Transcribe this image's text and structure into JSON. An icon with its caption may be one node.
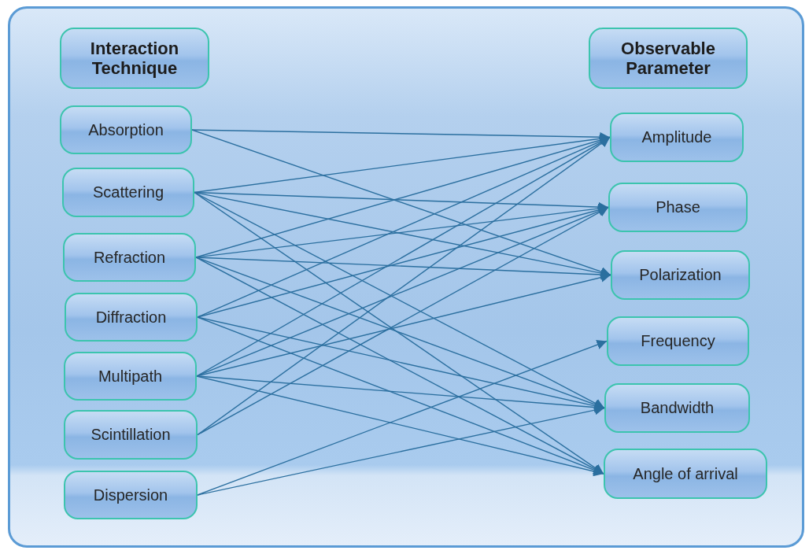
{
  "diagram": {
    "nodes": [
      {
        "text": [
          "Interaction Technique"
        ]
      },
      {
        "text": [
          "Observable Parameter"
        ]
      },
      {
        "text": [
          "Absorption"
        ]
      },
      {
        "text": [
          "Scattering"
        ]
      },
      {
        "text": [
          "Refraction"
        ]
      },
      {
        "text": [
          "Diffraction"
        ]
      },
      {
        "text": [
          "Multipath"
        ]
      },
      {
        "text": [
          "Scintillation"
        ]
      },
      {
        "text": [
          "Dispersion"
        ]
      },
      {
        "text": [
          "Amplitude"
        ]
      },
      {
        "text": [
          "Phase"
        ]
      },
      {
        "text": [
          "Polarization"
        ]
      },
      {
        "text": [
          "Frequency"
        ]
      },
      {
        "text": [
          "Bandwidth"
        ]
      },
      {
        "text": [
          "Angle of arrival"
        ]
      }
    ],
    "edges": [
      {
        "from": 2,
        "to": 9,
        "arrow": "to"
      },
      {
        "from": 2,
        "to": 11,
        "arrow": "to"
      },
      {
        "from": 3,
        "to": 9,
        "arrow": "to"
      },
      {
        "from": 3,
        "to": 10,
        "arrow": "to"
      },
      {
        "from": 3,
        "to": 11,
        "arrow": "to"
      },
      {
        "from": 3,
        "to": 13,
        "arrow": "to"
      },
      {
        "from": 3,
        "to": 14,
        "arrow": "to"
      },
      {
        "from": 4,
        "to": 9,
        "arrow": "to"
      },
      {
        "from": 4,
        "to": 10,
        "arrow": "to"
      },
      {
        "from": 4,
        "to": 11,
        "arrow": "to"
      },
      {
        "from": 4,
        "to": 13,
        "arrow": "to"
      },
      {
        "from": 4,
        "to": 14,
        "arrow": "to"
      },
      {
        "from": 5,
        "to": 9,
        "arrow": "to"
      },
      {
        "from": 5,
        "to": 10,
        "arrow": "to"
      },
      {
        "from": 5,
        "to": 13,
        "arrow": "to"
      },
      {
        "from": 5,
        "to": 14,
        "arrow": "to"
      },
      {
        "from": 6,
        "to": 9,
        "arrow": "to"
      },
      {
        "from": 6,
        "to": 10,
        "arrow": "to"
      },
      {
        "from": 6,
        "to": 11,
        "arrow": "to"
      },
      {
        "from": 6,
        "to": 13,
        "arrow": "to"
      },
      {
        "from": 6,
        "to": 14,
        "arrow": "to"
      },
      {
        "from": 7,
        "to": 9,
        "arrow": "to"
      },
      {
        "from": 7,
        "to": 10,
        "arrow": "to"
      },
      {
        "from": 8,
        "to": 12,
        "arrow": "to"
      },
      {
        "from": 8,
        "to": 13,
        "arrow": "to"
      }
    ]
  }
}
